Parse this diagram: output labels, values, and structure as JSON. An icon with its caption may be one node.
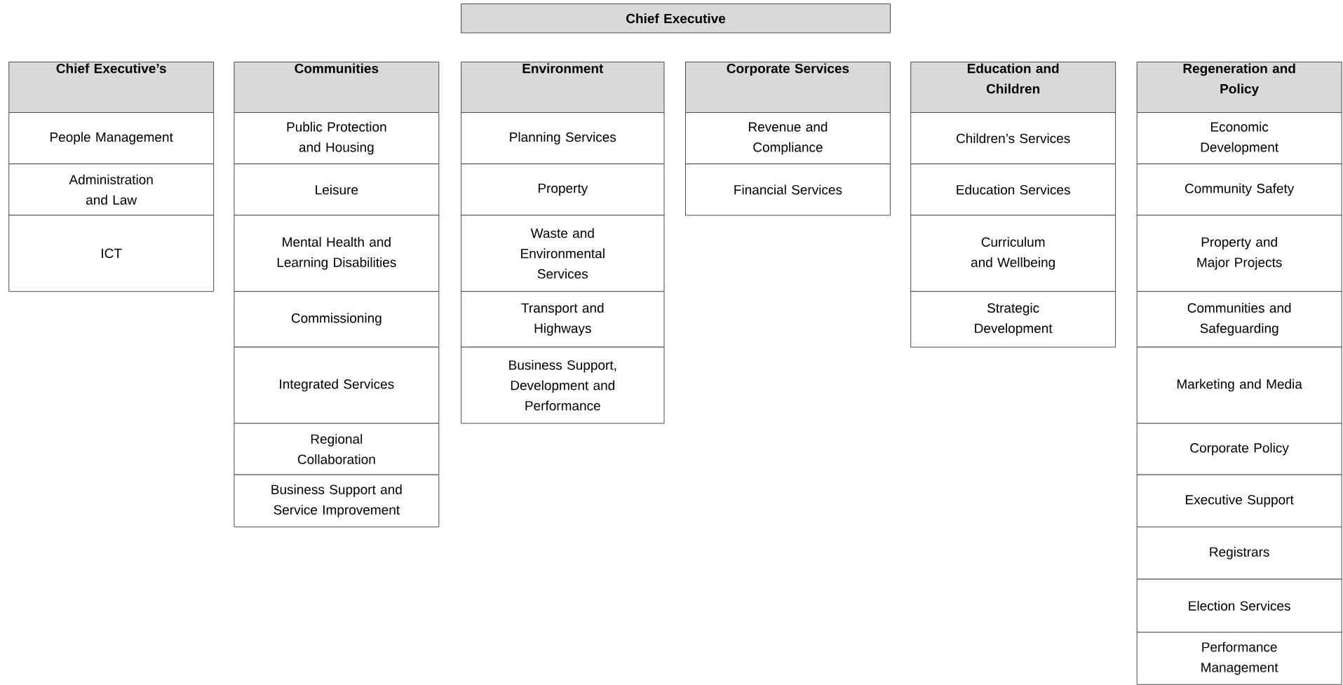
{
  "diagram": {
    "nodes": [
      {
        "text": [
          "Chief Executive"
        ]
      },
      {
        "text": [
          "Chief Executive’s"
        ]
      },
      {
        "text": [
          "People Management"
        ]
      },
      {
        "text": [
          "Administration and Law"
        ]
      },
      {
        "text": [
          "ICT"
        ]
      },
      {
        "text": [
          "Communities"
        ]
      },
      {
        "text": [
          "Public Protection and Housing"
        ]
      },
      {
        "text": [
          "Leisure"
        ]
      },
      {
        "text": [
          "Mental Health and Learning Disabilities"
        ]
      },
      {
        "text": [
          "Commissioning"
        ]
      },
      {
        "text": [
          "Integrated Services"
        ]
      },
      {
        "text": [
          "Regional Collaboration"
        ]
      },
      {
        "text": [
          "Business Support and Service Improvement"
        ]
      },
      {
        "text": [
          "Environment"
        ]
      },
      {
        "text": [
          "Planning Services"
        ]
      },
      {
        "text": [
          "Property"
        ]
      },
      {
        "text": [
          "Waste and Environmental Services"
        ]
      },
      {
        "text": [
          "Transport and Highways"
        ]
      },
      {
        "text": [
          "Business Support, Development and Performance"
        ]
      },
      {
        "text": [
          "Corporate Services"
        ]
      },
      {
        "text": [
          "Revenue and Compliance"
        ]
      },
      {
        "text": [
          "Financial Services"
        ]
      },
      {
        "text": [
          "Education and Children"
        ]
      },
      {
        "text": [
          "Children’s Services"
        ]
      },
      {
        "text": [
          "Education Services"
        ]
      },
      {
        "text": [
          "Curriculum and Wellbeing"
        ]
      },
      {
        "text": [
          "Strategic Development"
        ]
      },
      {
        "text": [
          "Regeneration and Policy"
        ]
      },
      {
        "text": [
          "Economic Development"
        ]
      },
      {
        "text": [
          "Community Safety"
        ]
      },
      {
        "text": [
          "Property and Major Projects"
        ]
      },
      {
        "text": [
          "Communities and Safeguarding"
        ]
      },
      {
        "text": [
          "Marketing and Media"
        ]
      },
      {
        "text": [
          "Corporate Policy"
        ]
      },
      {
        "text": [
          "Executive Support"
        ]
      },
      {
        "text": [
          "Registrars"
        ]
      },
      {
        "text": [
          "Election Services"
        ]
      },
      {
        "text": [
          "Performance Management"
        ]
      }
    ]
  }
}
